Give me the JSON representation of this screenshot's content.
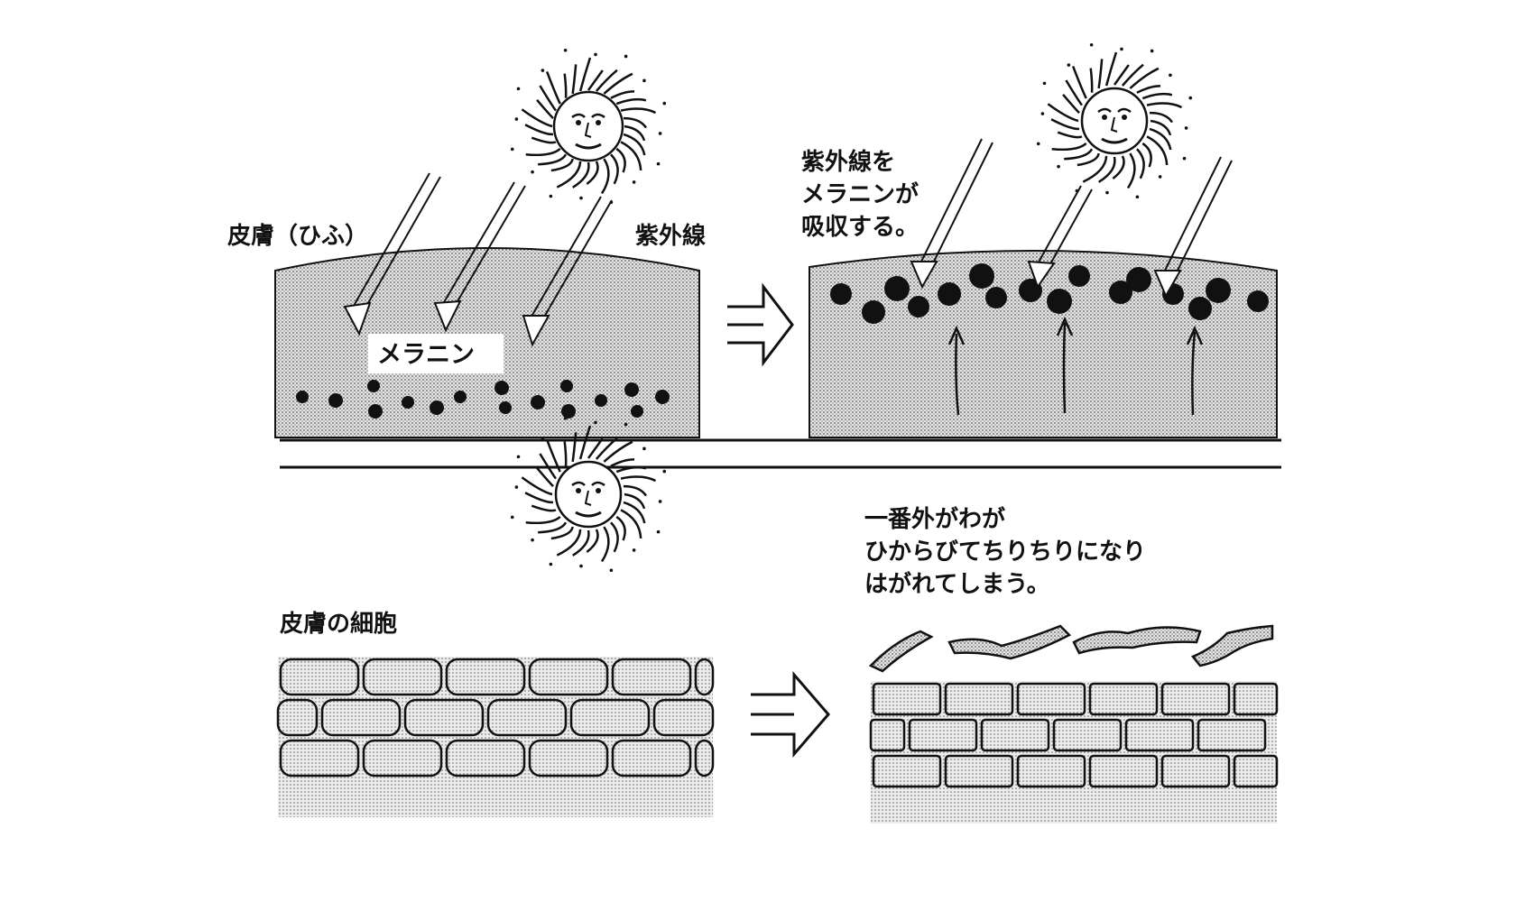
{
  "top_left": {
    "label_skin": "皮膚（ひふ）",
    "label_uv": "紫外線",
    "label_melanin": "メラニン"
  },
  "top_right": {
    "caption": [
      "紫外線を",
      "メラニンが",
      "吸収する。"
    ]
  },
  "bottom_left": {
    "label_cells": "皮膚の細胞"
  },
  "bottom_right": {
    "caption": [
      "一番外がわが",
      "ひからびてちりちりになり",
      "はがれてしまう。"
    ]
  },
  "colors": {
    "ink": "#111111",
    "skin_fill": "#cfcfcf",
    "cell_fill": "#d6d6d6",
    "paper": "#ffffff"
  },
  "icons": [
    "sun-face-icon",
    "arrow-right-icon",
    "uv-ray-arrow-icon"
  ]
}
